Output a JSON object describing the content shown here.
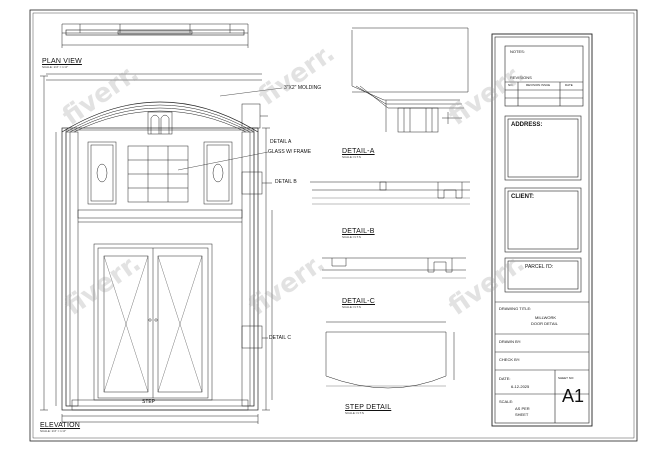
{
  "views": {
    "plan_view": {
      "title": "PLAN VIEW",
      "scale": "SCALE: 1/4\" = 1'-0\""
    },
    "elevation": {
      "title": "ELEVATION",
      "scale": "SCALE: 1/4\" = 1'-0\""
    },
    "detail_a": {
      "title": "DETAIL-A",
      "scale": "SCALE: N.T.S"
    },
    "detail_b": {
      "title": "DETAIL-B",
      "scale": "SCALE: N.T.S"
    },
    "detail_c": {
      "title": "DETAIL-C",
      "scale": "SCALE: N.T.S"
    },
    "step_detail": {
      "title": "STEP DETAIL",
      "scale": "SCALE: N.T.S"
    }
  },
  "callouts": {
    "molding": "3\"X2\" MOLDING",
    "detail_a": "DETAIL A",
    "glass": "GLASS W/ FRAME",
    "detail_b": "DETAIL B",
    "detail_c": "DETAIL C",
    "step": "STEP"
  },
  "title_block": {
    "notes": "NOTES:",
    "revisions": "REVISIONS",
    "rev_headers": [
      "NO.",
      "REVISION ISSUE",
      "DATE"
    ],
    "address": "ADDRESS:",
    "client": "CLIENT:",
    "parcel": "PARCEL I'D:",
    "drawing_title_label": "DRAWING TITLE:",
    "drawing_title_line1": "MILLWORK",
    "drawing_title_line2": "DOOR DETAIL",
    "drawn_by": "DRAWN BY:",
    "check_by": "CHECK BY:",
    "date_label": "DATE:",
    "date_value": "6-12-2025",
    "sheet_no_label": "SHEET NO:",
    "sheet_no": "A1",
    "scale_label": "SCALE:",
    "scale_value_1": "AS PER",
    "scale_value_2": "SHEET"
  },
  "watermark": "fiverr."
}
